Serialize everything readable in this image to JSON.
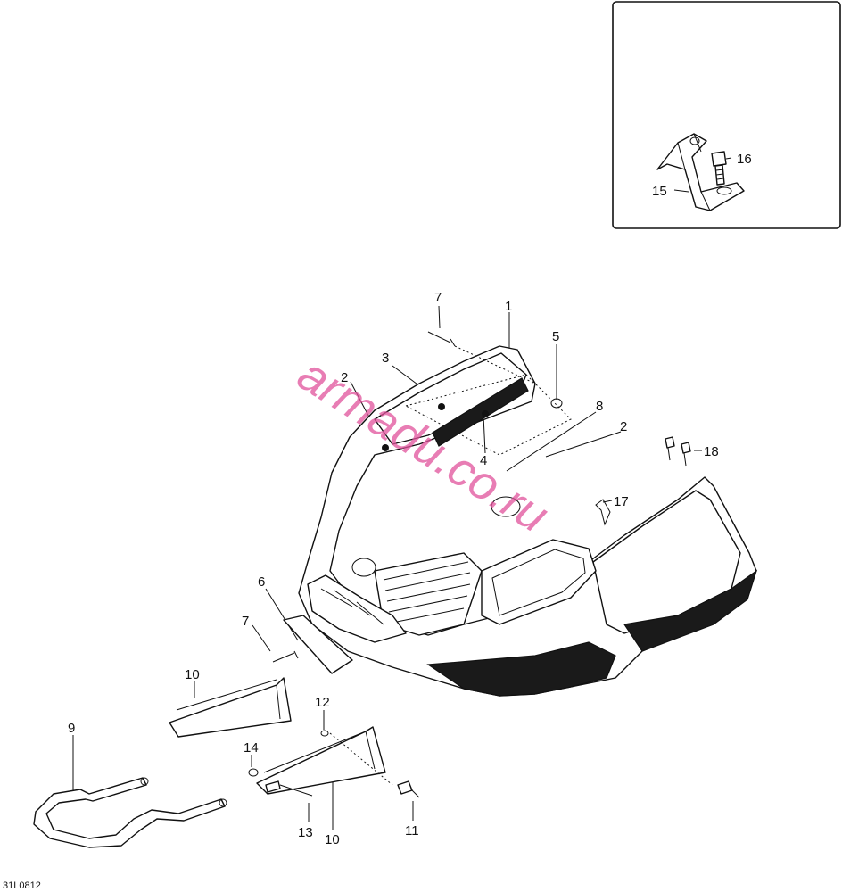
{
  "watermark": "armadu.co.ru",
  "document_id": "31L0812",
  "inset": {
    "callouts": [
      "15",
      "16"
    ]
  },
  "callouts": {
    "c1": "1",
    "c2a": "2",
    "c2b": "2",
    "c3": "3",
    "c4": "4",
    "c5": "5",
    "c6": "6",
    "c7a": "7",
    "c7b": "7",
    "c8": "8",
    "c9": "9",
    "c10a": "10",
    "c10b": "10",
    "c11": "11",
    "c12": "12",
    "c13": "13",
    "c14": "14",
    "c15": "15",
    "c16": "16",
    "c17": "17",
    "c18": "18"
  }
}
